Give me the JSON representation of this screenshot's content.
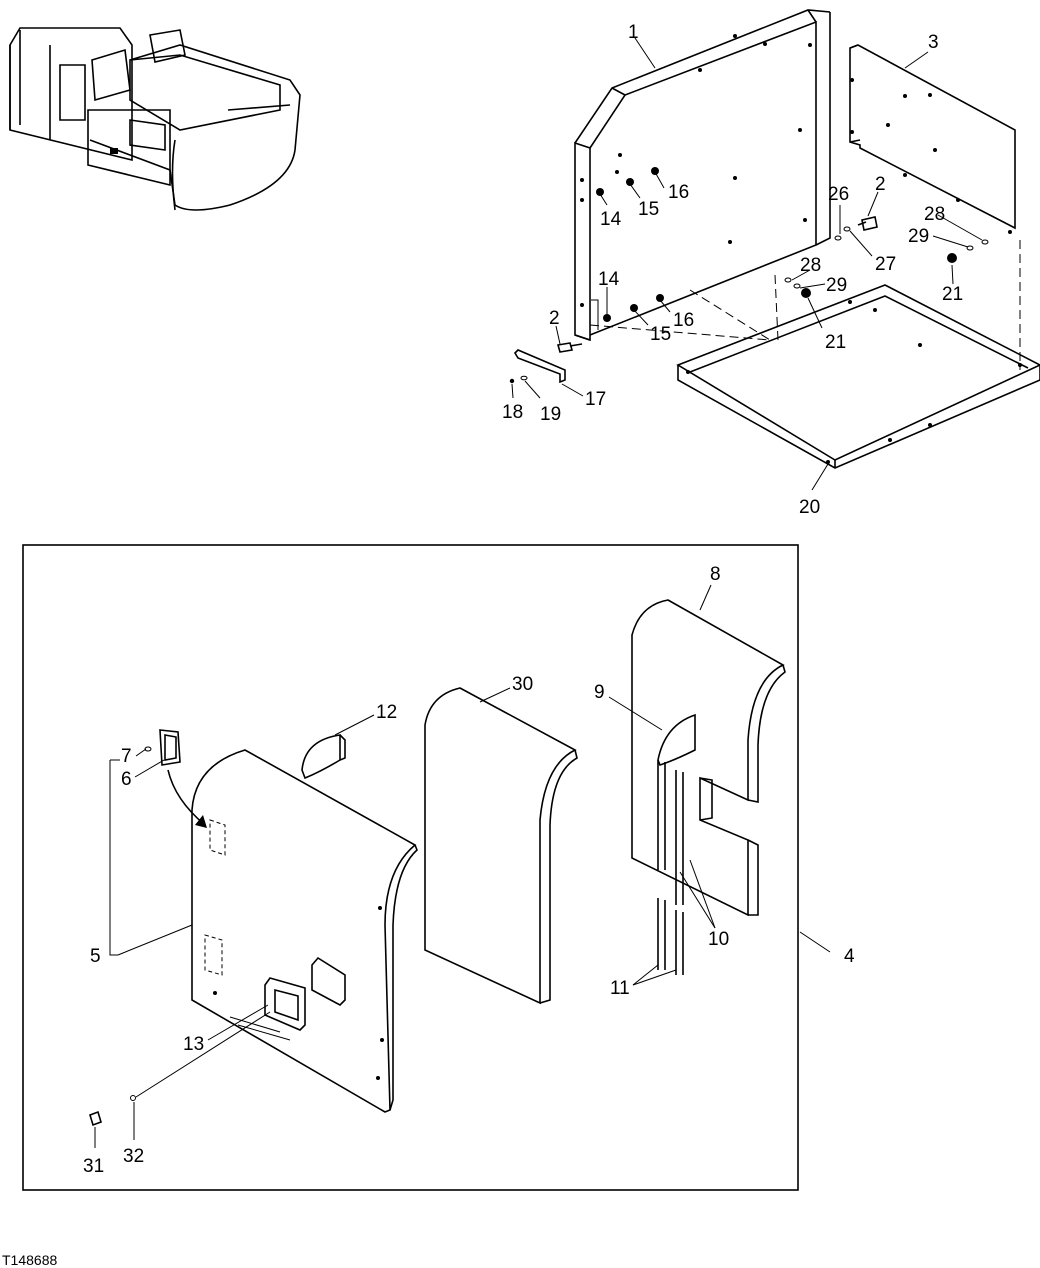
{
  "figure_id": "T148688",
  "callouts": {
    "c1": "1",
    "c2a": "2",
    "c2b": "2",
    "c3": "3",
    "c4": "4",
    "c5": "5",
    "c6": "6",
    "c7": "7",
    "c8": "8",
    "c9": "9",
    "c10": "10",
    "c11": "11",
    "c12": "12",
    "c13": "13",
    "c14a": "14",
    "c14b": "14",
    "c15a": "15",
    "c15b": "15",
    "c16a": "16",
    "c16b": "16",
    "c17": "17",
    "c18": "18",
    "c19": "19",
    "c20": "20",
    "c21a": "21",
    "c21b": "21",
    "c26": "26",
    "c27": "27",
    "c28a": "28",
    "c28b": "28",
    "c29a": "29",
    "c29b": "29",
    "c30": "30",
    "c31": "31",
    "c32": "32"
  }
}
